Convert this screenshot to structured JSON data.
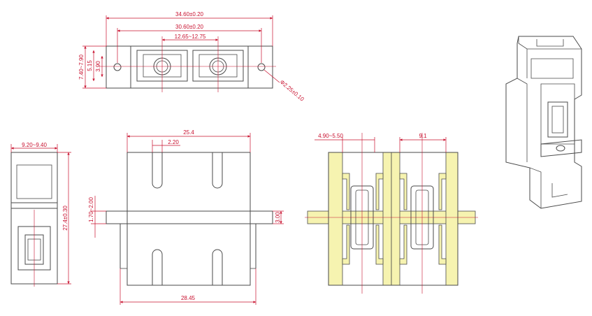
{
  "colors": {
    "outline": "#4a4a4a",
    "dimension": "#c8102e",
    "section_fill": "#f6f3b0",
    "background": "#ffffff"
  },
  "top_view": {
    "overall_width": "34.60±0.20",
    "hole_spacing": "30.60±0.20",
    "port_spacing": "12.65~12.75",
    "height_total": "7.40~7.90",
    "height_mid": "5.15",
    "height_inner": "3.90",
    "hole_diameter": "Φ2.25±0.10"
  },
  "side_view": {
    "width": "9.20~9.40",
    "height": "27.4±0.30"
  },
  "front_view": {
    "width_top": "25.4",
    "slot_width": "2.20",
    "flange_gap": "1.70~2.00",
    "flange_thickness": "3.00",
    "width_bottom": "28.45"
  },
  "section_view": {
    "left_dim": "4.90~5.50",
    "right_dim": "9.1"
  }
}
